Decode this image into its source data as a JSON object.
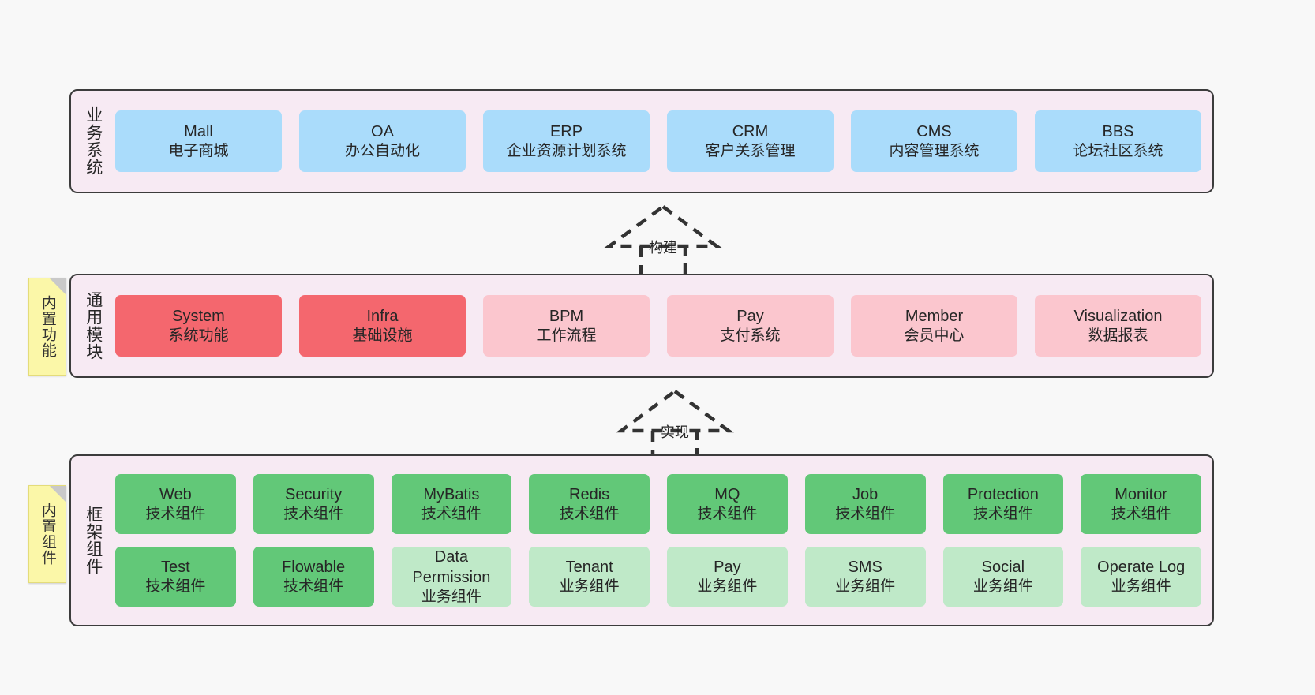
{
  "diagram": {
    "background_color": "#f8f8f8",
    "layer_bg_color": "#f7eaf3",
    "layer_border_color": "#3c3c3c",
    "sticky_color": "#fbf7a8"
  },
  "layers": [
    {
      "id": "business",
      "title": "业务系统",
      "card_color": "#aadcfb",
      "rows": [
        {
          "cards": [
            {
              "name": "Mall",
              "desc": "电子商城",
              "color": "#aadcfb"
            },
            {
              "name": "OA",
              "desc": "办公自动化",
              "color": "#aadcfb"
            },
            {
              "name": "ERP",
              "desc": "企业资源计划系统",
              "color": "#aadcfb"
            },
            {
              "name": "CRM",
              "desc": "客户关系管理",
              "color": "#aadcfb"
            },
            {
              "name": "CMS",
              "desc": "内容管理系统",
              "color": "#aadcfb"
            },
            {
              "name": "BBS",
              "desc": "论坛社区系统",
              "color": "#aadcfb"
            }
          ]
        }
      ]
    },
    {
      "id": "common",
      "title": "通用模块",
      "sticky": "内置功能",
      "rows": [
        {
          "cards": [
            {
              "name": "System",
              "desc": "系统功能",
              "color": "#f4676e"
            },
            {
              "name": "Infra",
              "desc": "基础设施",
              "color": "#f4676e"
            },
            {
              "name": "BPM",
              "desc": "工作流程",
              "color": "#fbc6ce"
            },
            {
              "name": "Pay",
              "desc": "支付系统",
              "color": "#fbc6ce"
            },
            {
              "name": "Member",
              "desc": "会员中心",
              "color": "#fbc6ce"
            },
            {
              "name": "Visualization",
              "desc": "数据报表",
              "color": "#fbc6ce"
            }
          ]
        }
      ]
    },
    {
      "id": "framework",
      "title": "框架组件",
      "sticky": "内置组件",
      "rows": [
        {
          "cards": [
            {
              "name": "Web",
              "desc": "技术组件",
              "color": "#62c878"
            },
            {
              "name": "Security",
              "desc": "技术组件",
              "color": "#62c878"
            },
            {
              "name": "MyBatis",
              "desc": "技术组件",
              "color": "#62c878"
            },
            {
              "name": "Redis",
              "desc": "技术组件",
              "color": "#62c878"
            },
            {
              "name": "MQ",
              "desc": "技术组件",
              "color": "#62c878"
            },
            {
              "name": "Job",
              "desc": "技术组件",
              "color": "#62c878"
            },
            {
              "name": "Protection",
              "desc": "技术组件",
              "color": "#62c878"
            },
            {
              "name": "Monitor",
              "desc": "技术组件",
              "color": "#62c878"
            }
          ]
        },
        {
          "cards": [
            {
              "name": "Test",
              "desc": "技术组件",
              "color": "#62c878"
            },
            {
              "name": "Flowable",
              "desc": "技术组件",
              "color": "#62c878"
            },
            {
              "name": "Data Permission",
              "desc": "业务组件",
              "color": "#bfe9c8"
            },
            {
              "name": "Tenant",
              "desc": "业务组件",
              "color": "#bfe9c8"
            },
            {
              "name": "Pay",
              "desc": "业务组件",
              "color": "#bfe9c8"
            },
            {
              "name": "SMS",
              "desc": "业务组件",
              "color": "#bfe9c8"
            },
            {
              "name": "Social",
              "desc": "业务组件",
              "color": "#bfe9c8"
            },
            {
              "name": "Operate Log",
              "desc": "业务组件",
              "color": "#bfe9c8"
            }
          ]
        }
      ]
    }
  ],
  "arrows": [
    {
      "id": "build",
      "label": "构建",
      "style": "dashed-hollow-triangle",
      "direction": "up"
    },
    {
      "id": "realize",
      "label": "实现",
      "style": "dashed-hollow-triangle",
      "direction": "up"
    }
  ]
}
